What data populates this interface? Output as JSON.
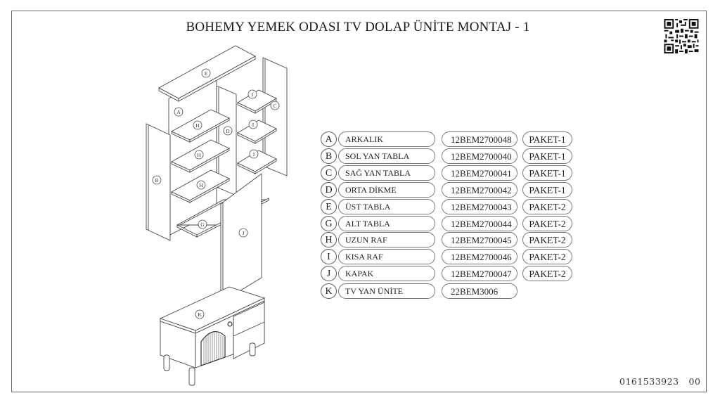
{
  "document": {
    "title": "BOHEMY YEMEK ODASI TV DOLAP ÜNİTE MONTAJ - 1",
    "doc_number": "0161533923",
    "revision": "00",
    "qr_icon": "qr-code"
  },
  "parts": [
    {
      "letter": "A",
      "name": "ARKALIK",
      "code": "12BEM2700048",
      "package": "PAKET-1"
    },
    {
      "letter": "B",
      "name": "SOL YAN TABLA",
      "code": "12BEM2700040",
      "package": "PAKET-1"
    },
    {
      "letter": "C",
      "name": "SAĞ YAN TABLA",
      "code": "12BEM2700041",
      "package": "PAKET-1"
    },
    {
      "letter": "D",
      "name": "ORTA DİKME",
      "code": "12BEM2700042",
      "package": "PAKET-1"
    },
    {
      "letter": "E",
      "name": "ÜST TABLA",
      "code": "12BEM2700043",
      "package": "PAKET-2"
    },
    {
      "letter": "G",
      "name": "ALT TABLA",
      "code": "12BEM2700044",
      "package": "PAKET-2"
    },
    {
      "letter": "H",
      "name": "UZUN RAF",
      "code": "12BEM2700045",
      "package": "PAKET-2"
    },
    {
      "letter": "I",
      "name": "KISA RAF",
      "code": "12BEM2700046",
      "package": "PAKET-2"
    },
    {
      "letter": "J",
      "name": "KAPAK",
      "code": "12BEM2700047",
      "package": "PAKET-2"
    },
    {
      "letter": "K",
      "name": "TV YAN ÜNİTE",
      "code": "22BEM3006",
      "package": null
    }
  ],
  "diagram_labels": {
    "E": "E",
    "A": "A",
    "C": "C",
    "D": "D",
    "B": "B",
    "H1": "H",
    "H2": "H",
    "H3": "H",
    "I1": "I",
    "I2": "I",
    "I3": "I",
    "G": "G",
    "J": "J",
    "K": "K"
  }
}
